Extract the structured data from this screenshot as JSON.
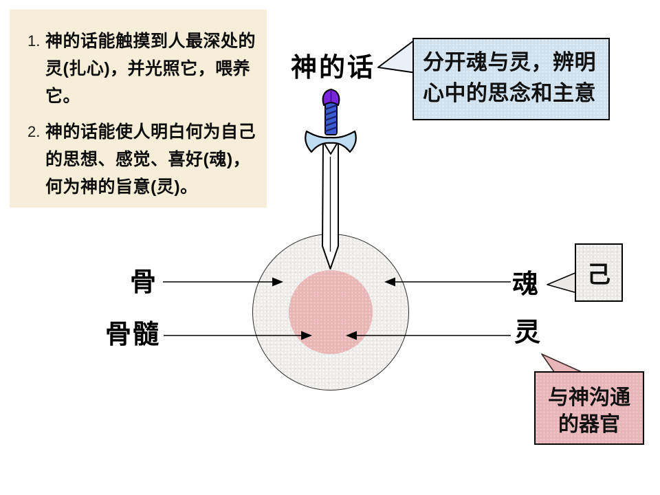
{
  "title": "神的话",
  "notes_box": {
    "items": [
      {
        "num": "1.",
        "text": "神的话能触摸到人最深处的灵(扎心)，并光照它，喂养它。"
      },
      {
        "num": "2.",
        "text": "神的话能使人明白何为自己的思想、感觉、喜好(魂)，何为神的旨意(灵)。"
      }
    ]
  },
  "sword_callout": {
    "line1": "分开魂与灵，辨明",
    "line2": "心中的思念和主意"
  },
  "target_labels": {
    "bone": "骨",
    "marrow": "骨髓",
    "soul": "魂",
    "spirit": "灵"
  },
  "self_callout": {
    "text": "己"
  },
  "organ_callout": {
    "line1": "与神沟通",
    "line2": "的器官"
  },
  "icons": {
    "sword": "sword-icon"
  },
  "colors": {
    "notes_bg": "#f6eed9",
    "callout_blue_bg": "#cfe0ee",
    "ring_gray": "#edecea",
    "core_pink": "#e9b6b6",
    "organ_pink": "#e8b6b9",
    "self_gray": "#eae9e7",
    "sword_pommel": "#7a24dd",
    "sword_grip": "#3c5bd0",
    "sword_guard": "#bedcf2",
    "outline": "#000000"
  }
}
